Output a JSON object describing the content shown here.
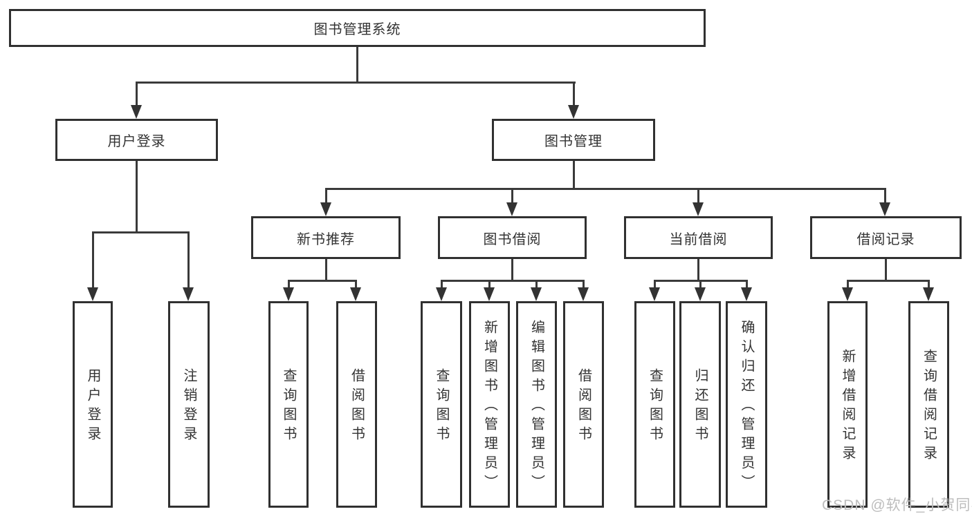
{
  "colors": {
    "line": "#3a3a3a",
    "border": "#303030",
    "text": "#333333",
    "background": "#ffffff",
    "watermark": "#bdbdbd"
  },
  "tree": {
    "root": "图书管理系统",
    "level2": [
      "用户登录",
      "图书管理"
    ],
    "level3": [
      "新书推荐",
      "图书借阅",
      "当前借阅",
      "借阅记录"
    ],
    "leaves": {
      "user_login": [
        "用户登录",
        "注销登录"
      ],
      "new_book": [
        "查询图书",
        "借阅图书"
      ],
      "book_borrow": [
        "查询图书",
        "新增图书（管理员）",
        "编辑图书（管理员）",
        "借阅图书"
      ],
      "current_borrow": [
        "查询图书",
        "归还图书",
        "确认归还（管理员）"
      ],
      "borrow_record": [
        "新增借阅记录",
        "查询借阅记录"
      ]
    }
  },
  "watermark": {
    "text": "CSDN @软件_小贺同学"
  }
}
